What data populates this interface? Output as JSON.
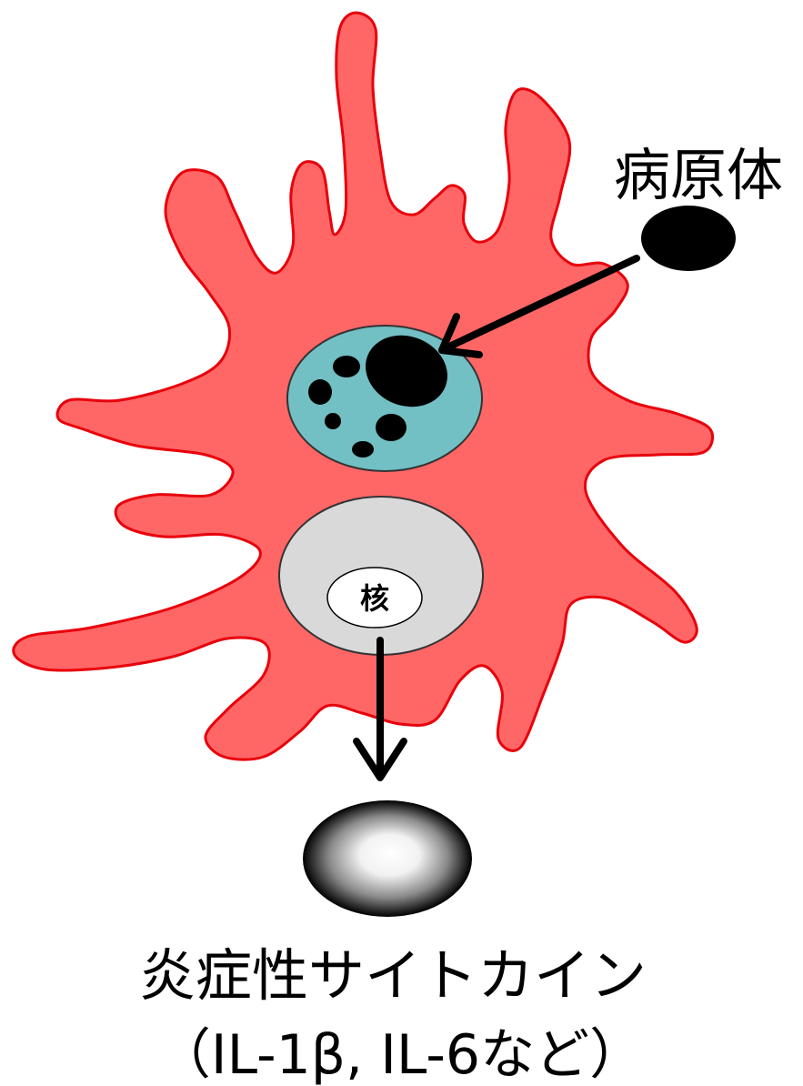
{
  "labels": {
    "pathogen": "病原体",
    "nucleus": "核",
    "cytokine": "炎症性サイトカイン",
    "cytokine_examples": "（IL-1β, IL-6など）"
  },
  "colors": {
    "cell_fill": "#FF6666",
    "cell_outline": "#E8000B",
    "vacuole_fill": "#72BFC4",
    "nucleus_region_fill": "#D9D9D9",
    "pathogen_fill": "#000000",
    "arrow": "#000000"
  }
}
